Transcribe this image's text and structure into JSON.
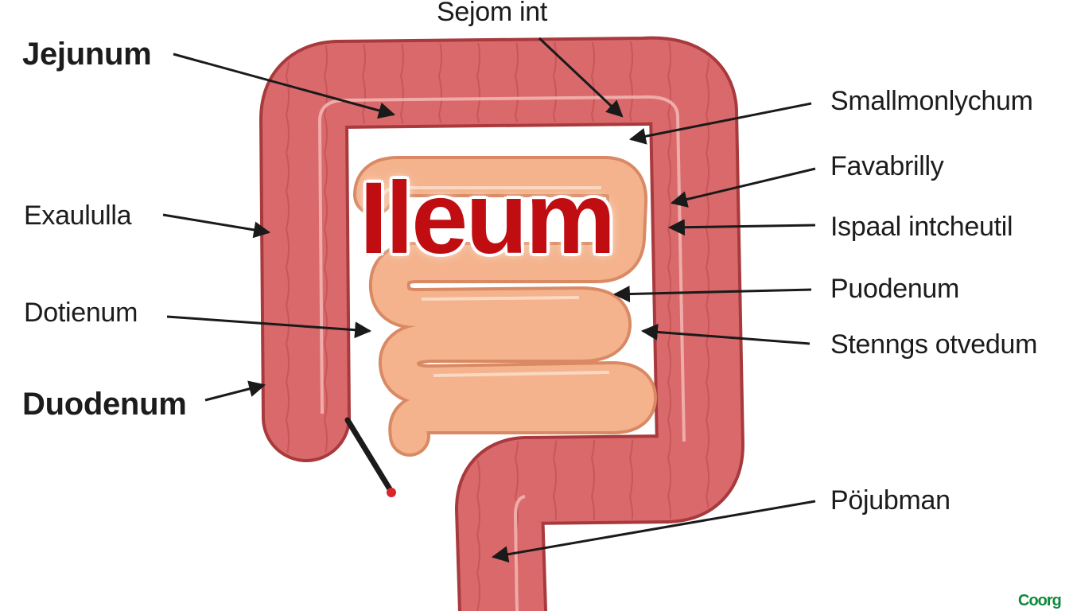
{
  "diagram": {
    "title": "Ileum",
    "labels": {
      "top": "Sejom int",
      "left_1": "Jejunum",
      "left_2": "Exaululla",
      "left_3": "Dotienum",
      "left_4": "Duodenum",
      "right_1": "Smallmonlychum",
      "right_2": "Favabrilly",
      "right_3": "Ispaal intcheutil",
      "right_4": "Puodenum",
      "right_5": "Stenngs otvedum",
      "right_6": "Pöjubman"
    },
    "colors": {
      "large_intestine": "#d9696b",
      "large_intestine_outline": "#a8393c",
      "small_intestine": "#f4b38d",
      "small_intestine_outline": "#d98a64",
      "title": "#bf0d12",
      "arrow": "#1a1a1a"
    },
    "watermark": "Coorg"
  }
}
